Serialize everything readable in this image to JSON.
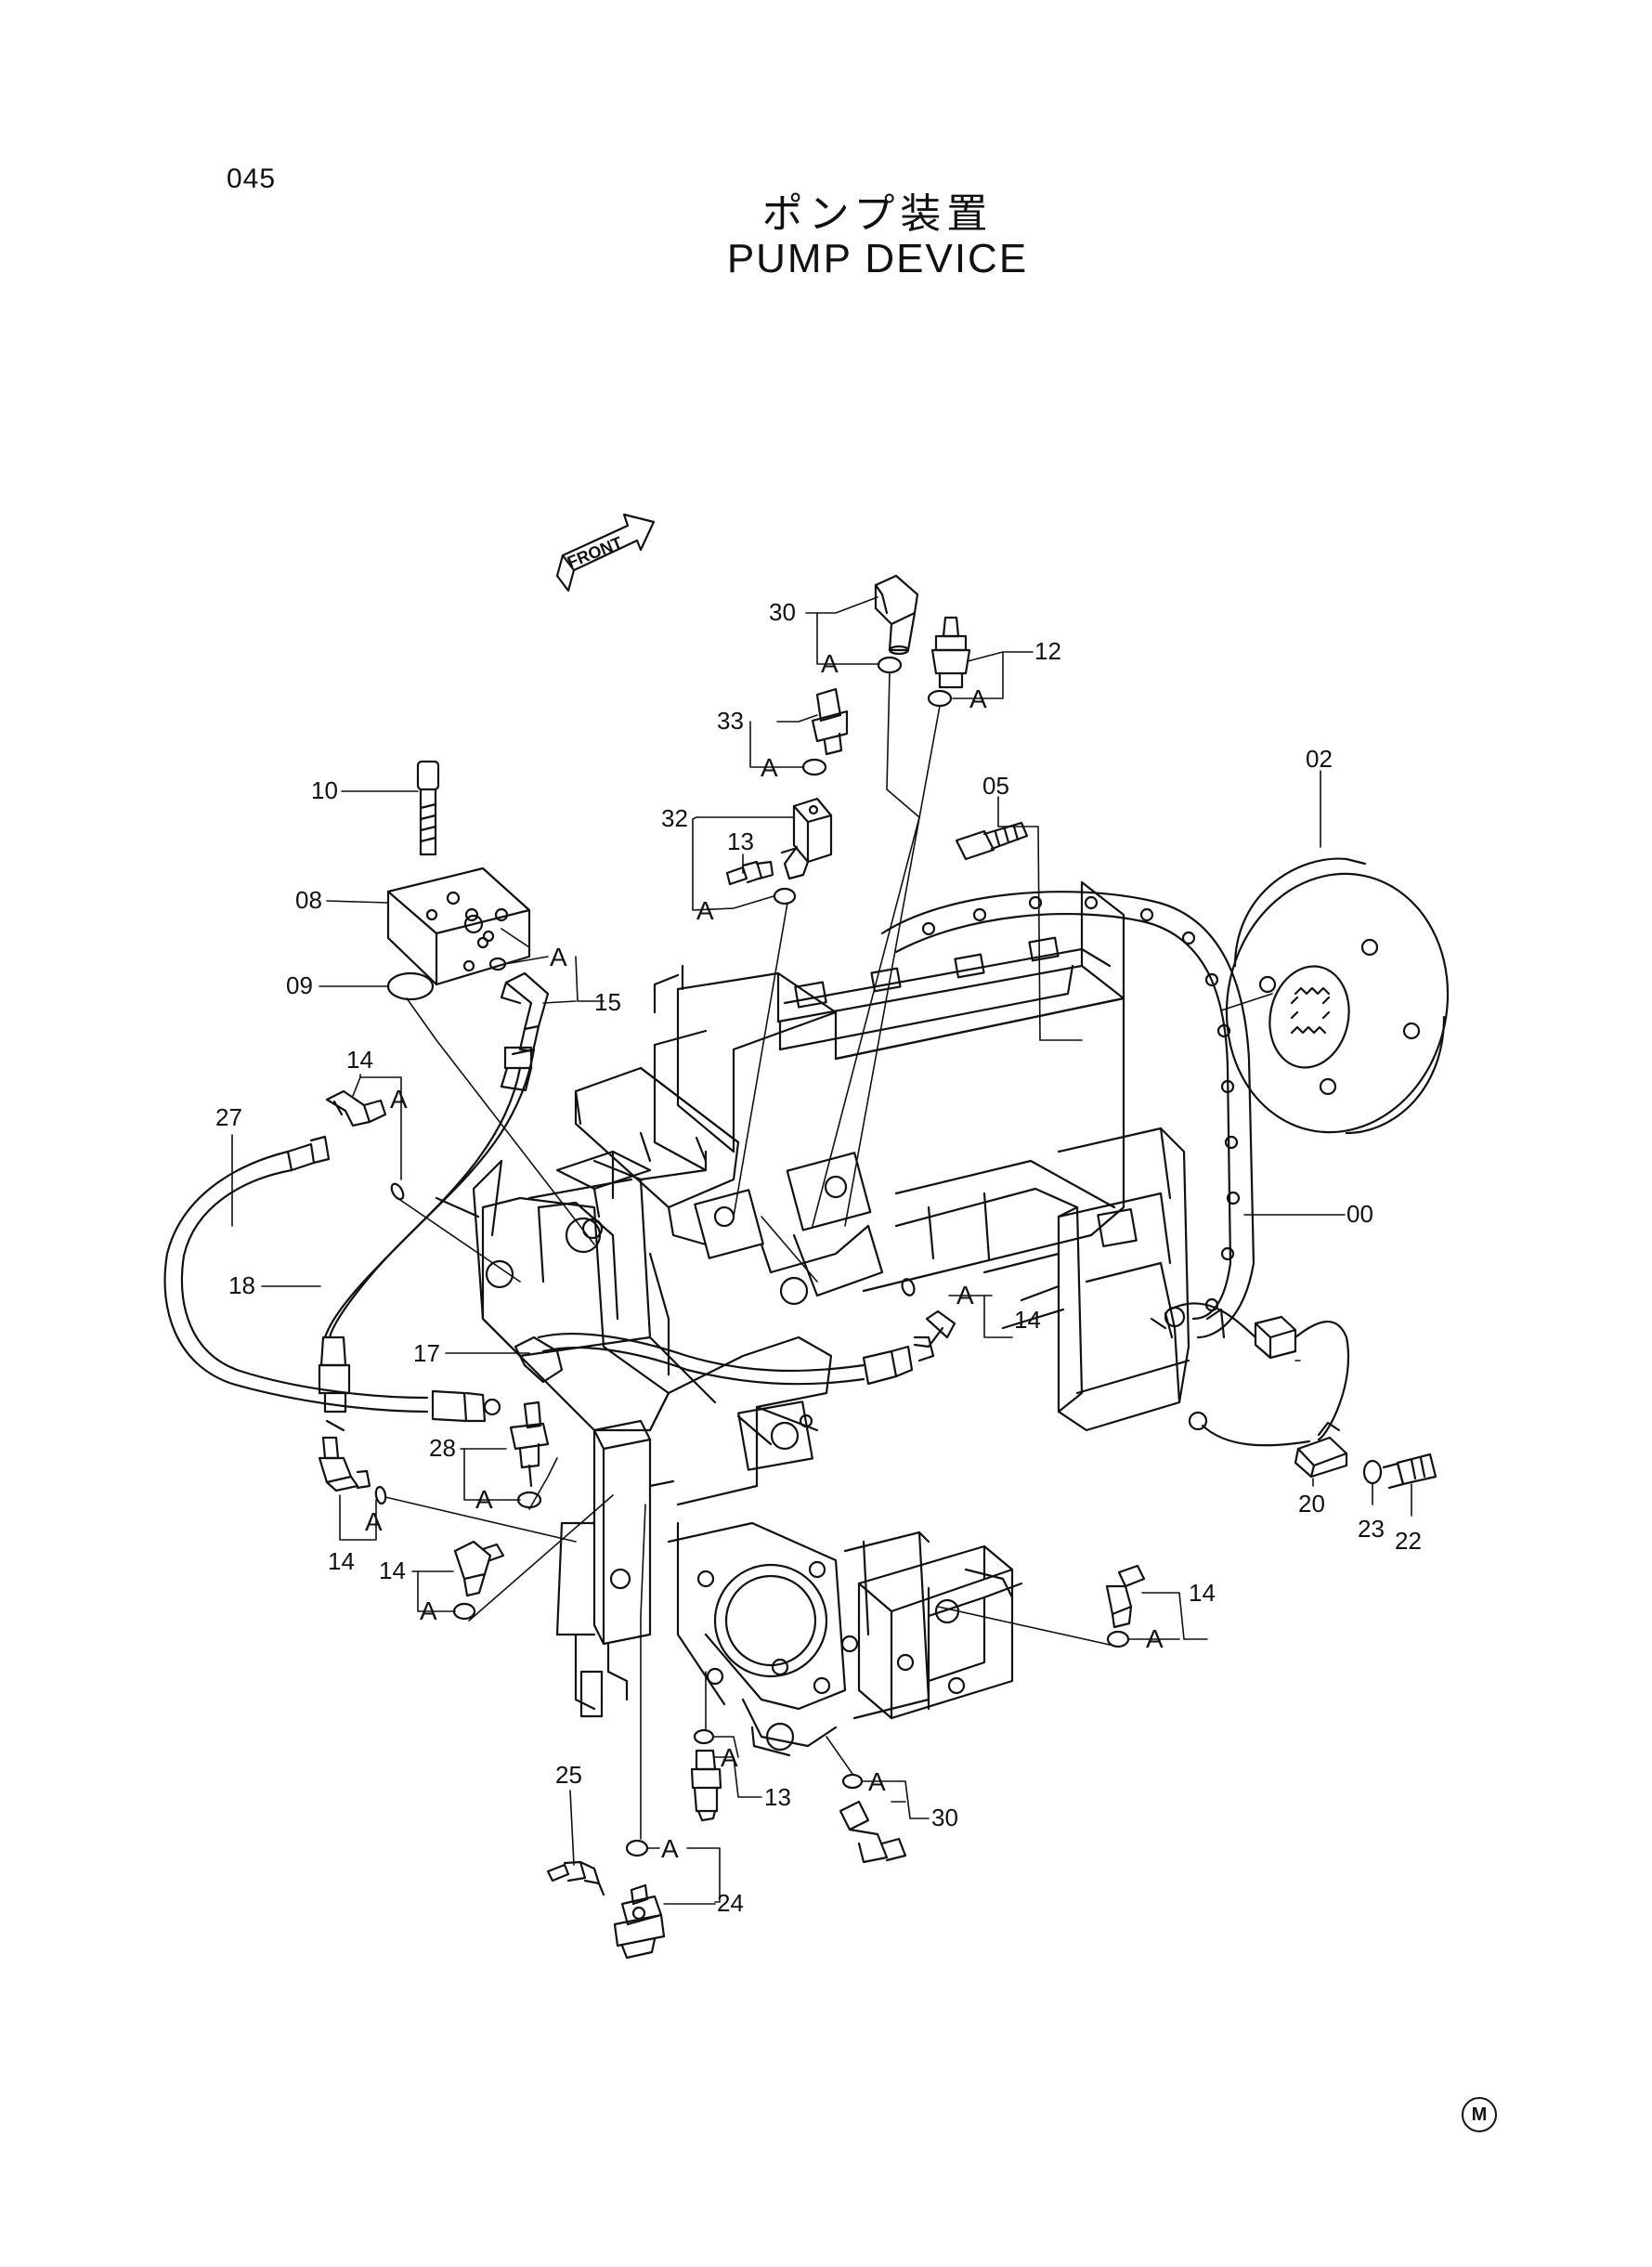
{
  "page": {
    "number": "045",
    "title_jp": "ポンプ装置",
    "title_en": "PUMP DEVICE",
    "footer_mark": "M"
  },
  "front_arrow": "FRONT",
  "a_label": "A",
  "callouts": {
    "p30_top": "30",
    "p12": "12",
    "p33": "33",
    "p32": "32",
    "p13_top": "13",
    "p10": "10",
    "p08": "08",
    "p09": "09",
    "p15": "15",
    "p05": "05",
    "p02": "02",
    "p00": "00",
    "p14_left": "14",
    "p27": "27",
    "p18": "18",
    "p17": "17",
    "p14_mid": "14",
    "p28": "28",
    "p14_low": "14",
    "p14_lowb": "14",
    "p14_right": "14",
    "p20": "20",
    "p23": "23",
    "p22": "22",
    "p25": "25",
    "p13_bot": "13",
    "p30_bot": "30",
    "p24": "24"
  }
}
